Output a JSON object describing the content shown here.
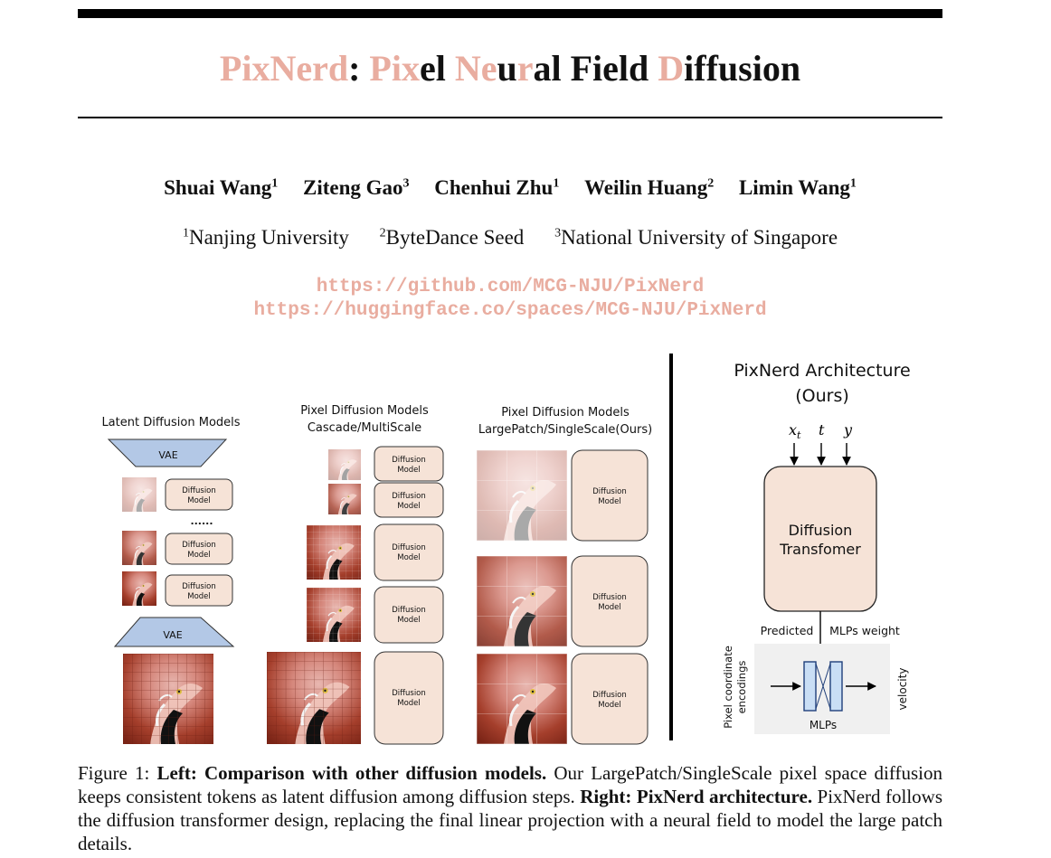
{
  "paper": {
    "title": {
      "part1": "PixNerd",
      "part2": ": ",
      "p3": "Pix",
      "p4": "el ",
      "p5": "Ne",
      "p6": "u",
      "p7": "r",
      "p8": "al Field ",
      "p9": "D",
      "p10": "iffusion"
    },
    "authors": [
      {
        "name": "Shuai Wang",
        "aff": "1"
      },
      {
        "name": "Ziteng Gao",
        "aff": "3"
      },
      {
        "name": "Chenhui Zhu",
        "aff": "1"
      },
      {
        "name": "Weilin Huang",
        "aff": "2"
      },
      {
        "name": "Limin Wang",
        "aff": "1"
      }
    ],
    "affiliations": [
      {
        "num": "1",
        "name": "Nanjing University"
      },
      {
        "num": "2",
        "name": "ByteDance Seed"
      },
      {
        "num": "3",
        "name": "National University of Singapore"
      }
    ],
    "links": {
      "github": "https://github.com/MCG-NJU/PixNerd",
      "huggingface": "https://huggingface.co/spaces/MCG-NJU/PixNerd"
    }
  },
  "figure": {
    "left": {
      "col1_title": "Latent Diffusion Models",
      "col2_title_line1": "Pixel Diffusion Models",
      "col2_title_line2": "Cascade/MultiScale",
      "col3_title_line1": "Pixel Diffusion Models",
      "col3_title_line2": "LargePatch/SingleScale(Ours)",
      "vae_label": "VAE",
      "diffusion_line1": "Diffusion",
      "diffusion_line2": "Model",
      "ellipsis": "......"
    },
    "right": {
      "title_line1": "PixNerd Architecture",
      "title_line2": "(Ours)",
      "input_x": "x",
      "input_x_sub": "t",
      "input_t": "t",
      "input_y": "y",
      "block_line1": "Diffusion",
      "block_line2": "Transfomer",
      "predicted": "Predicted",
      "mlps_weight": "MLPs weight",
      "pixel_coord_line1": "Pixel coordinate",
      "pixel_coord_line2": "encodings",
      "mlps": "MLPs",
      "velocity": "velocity"
    },
    "colors": {
      "vae_fill": "#b3c8e6",
      "diffusion_fill": "#f6e3d7",
      "mlp_fill": "#c9def5",
      "mlp_panel": "#f0f0f0",
      "accent_pink": "#e9ada0"
    }
  },
  "caption": {
    "prefix": "Figure 1: ",
    "bold1": "Left: Comparison with other diffusion models.",
    "text1": " Our LargePatch/SingleScale pixel space diffusion keeps consistent tokens as latent diffusion among diffusion steps. ",
    "bold2": "Right: PixNerd architecture.",
    "text2": " PixNerd follows the diffusion transformer design, replacing the final linear projection with a neural field to model the large patch details."
  }
}
